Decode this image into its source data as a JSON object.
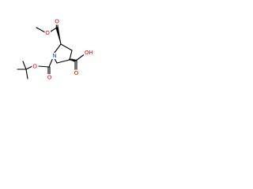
{
  "molecule": {
    "atoms": {
      "ester_carbonyl_o": {
        "text": "O",
        "color": "#e60000"
      },
      "ester_o": {
        "text": "O",
        "color": "#e60000"
      },
      "ring_n": {
        "text": "N",
        "color": "#1f3cff"
      },
      "acid_carbonyl_o": {
        "text": "O",
        "color": "#e60000"
      },
      "acid_oh": {
        "text": "OH",
        "color": "#e60000"
      },
      "boc_carbonyl_o": {
        "text": "O",
        "color": "#e60000"
      },
      "boc_o": {
        "text": "O",
        "color": "#e60000"
      }
    },
    "stereo": {
      "c2": "wedge",
      "c4": "hash"
    }
  }
}
